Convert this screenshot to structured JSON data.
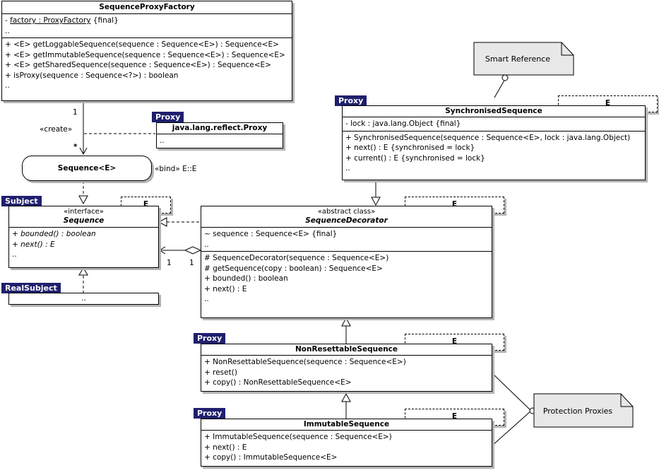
{
  "classes": {
    "factory": {
      "name": "SequenceProxyFactory",
      "attributes": [
        {
          "underlined": "factory : ProxyFactory",
          "suffix": "   {final}"
        },
        {
          "text": ".."
        }
      ],
      "operations": [
        "+ <E> getLoggableSequence(sequence : Sequence<E>) : Sequence<E>",
        "+ <E> getImmutableSequence(sequence : Sequence<E>) : Sequence<E>",
        "+ <E> getSharedSequence(sequence : Sequence<E>) : Sequence<E>",
        "+ isProxy(sequence : Sequence<?>) : boolean",
        ".."
      ]
    },
    "reflect_proxy": {
      "tag": "Proxy",
      "name": "java.lang.reflect.Proxy",
      "body": ".."
    },
    "sequence_bound": {
      "name": "Sequence<E>"
    },
    "sequence": {
      "tag": "Subject",
      "stereotype": "«interface»",
      "name": "Sequence",
      "template_param": "E",
      "operations": [
        {
          "italic": "bounded() : boolean",
          "prefix": "+ "
        },
        {
          "italic": "next()",
          "prefix": "+ ",
          "suffix": " : E"
        },
        {
          "text": ".."
        }
      ]
    },
    "real_subject": {
      "tag": "RealSubject",
      "body": ".."
    },
    "synchronised": {
      "tag": "Proxy",
      "name": "SynchronisedSequence",
      "template_param": "E",
      "attributes": [
        "- lock : java.lang.Object   {final}"
      ],
      "operations": [
        "+ SynchronisedSequence(sequence : Sequence<E>, lock : java.lang.Object)",
        "+ next() : E   {synchronised = lock}",
        "+ current() : E   {synchronised = lock}",
        ".."
      ]
    },
    "decorator": {
      "stereotype": "«abstract class»",
      "name": "SequenceDecorator",
      "template_param": "E",
      "attributes": [
        "~ sequence : Sequence<E>   {final}",
        ".."
      ],
      "operations": [
        "# SequenceDecorator(sequence : Sequence<E>)",
        "# getSequence(copy : boolean) : Sequence<E>",
        "+ bounded() : boolean",
        "+ next() : E",
        ".."
      ]
    },
    "nonresettable": {
      "tag": "Proxy",
      "name": "NonResettableSequence",
      "template_param": "E",
      "operations": [
        "+ NonResettableSequence(sequence : Sequence<E>)",
        "+ reset()",
        "+ copy() : NonResettableSequence<E>"
      ]
    },
    "immutable": {
      "tag": "Proxy",
      "name": "ImmutableSequence",
      "template_param": "E",
      "operations": [
        "+ ImmutableSequence(sequence : Sequence<E>)",
        "+ next() : E",
        "+ copy() : ImmutableSequence<E>"
      ]
    }
  },
  "labels": {
    "create": "«create»",
    "mult_1_top": "1",
    "mult_star": "*",
    "bind": "«bind» E::E",
    "agg_mult_left": "1",
    "agg_mult_right": "1"
  },
  "notes": {
    "smart_reference": "Smart Reference",
    "protection_proxies": "Protection Proxies"
  }
}
